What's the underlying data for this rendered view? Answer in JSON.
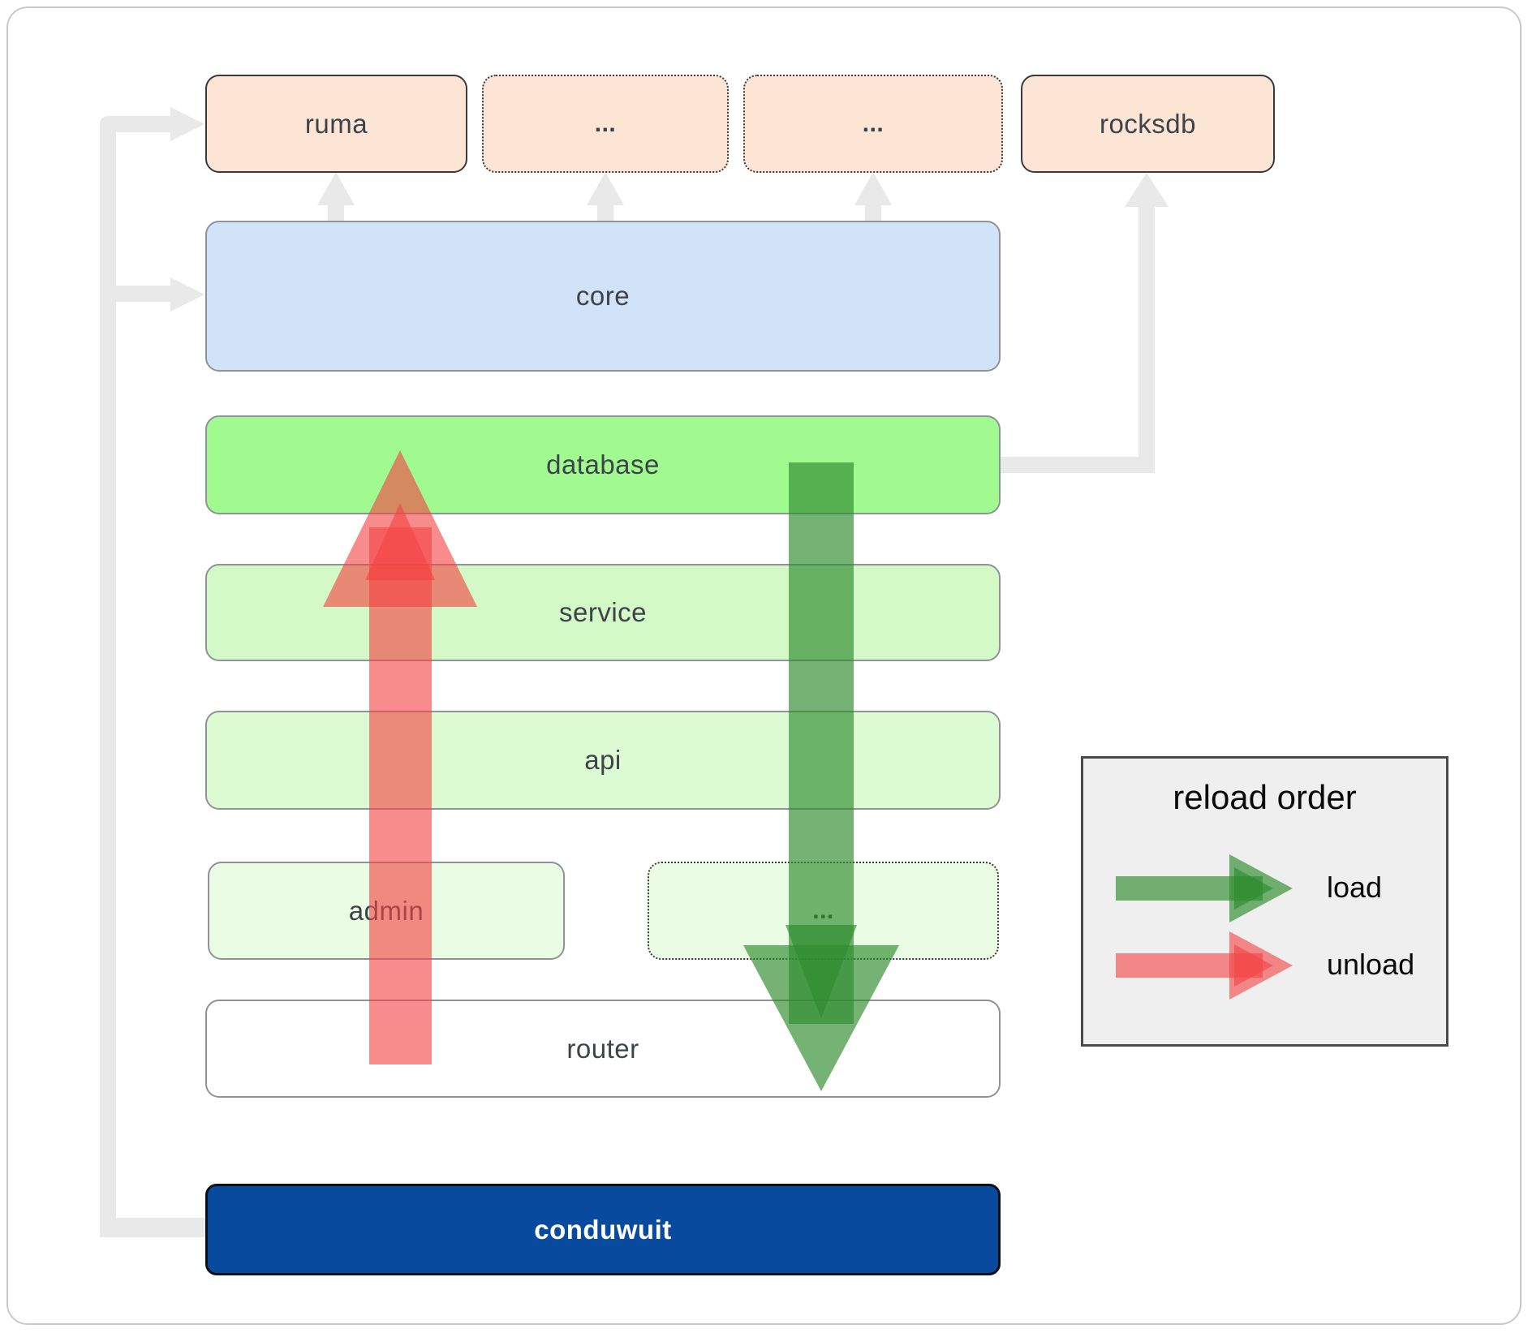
{
  "diagram": {
    "nodes": {
      "ruma": {
        "label": "ruma"
      },
      "ellipsis1": {
        "label": "..."
      },
      "ellipsis2": {
        "label": "..."
      },
      "rocksdb": {
        "label": "rocksdb"
      },
      "core": {
        "label": "core"
      },
      "database": {
        "label": "database"
      },
      "service": {
        "label": "service"
      },
      "api": {
        "label": "api"
      },
      "admin": {
        "label": "admin"
      },
      "ellipsis3": {
        "label": "..."
      },
      "router": {
        "label": "router"
      },
      "conduwuit": {
        "label": "conduwuit"
      }
    },
    "legend": {
      "title": "reload order",
      "items": [
        {
          "label": "load",
          "color": "#2e8b2e"
        },
        {
          "label": "unload",
          "color": "#f44343"
        }
      ]
    },
    "colors": {
      "peach_box": "#fce5d5",
      "core_blue": "#d0e3f8",
      "database_green": "#a1fa90",
      "service_green": "#d2f9c6",
      "api_green": "#ddfbd3",
      "admin_green": "#eafce4",
      "router_white": "#ffffff",
      "conduwuit_blue": "#084a9e",
      "load_arrow_green": "#2e8b2e",
      "unload_arrow_red": "#f44343",
      "connector_gray": "#e9e9e9",
      "label_text": "#3d4349"
    }
  }
}
